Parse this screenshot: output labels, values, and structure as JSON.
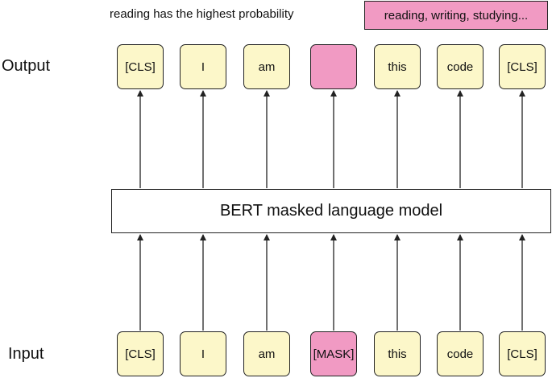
{
  "note": "reading has the highest probability",
  "candidates": "reading, writing, studying...",
  "labels": {
    "output": "Output",
    "input": "Input"
  },
  "model": "BERT masked language model",
  "output_tokens": [
    "[CLS]",
    "I",
    "am",
    "",
    "this",
    "code",
    "[CLS]"
  ],
  "input_tokens": [
    "[CLS]",
    "I",
    "am",
    "[MASK]",
    "this",
    "code",
    "[CLS]"
  ],
  "masked_index": 3,
  "colors": {
    "token_fill": "#fcf7c9",
    "mask_fill": "#f19ac3",
    "stroke": "#222222"
  }
}
